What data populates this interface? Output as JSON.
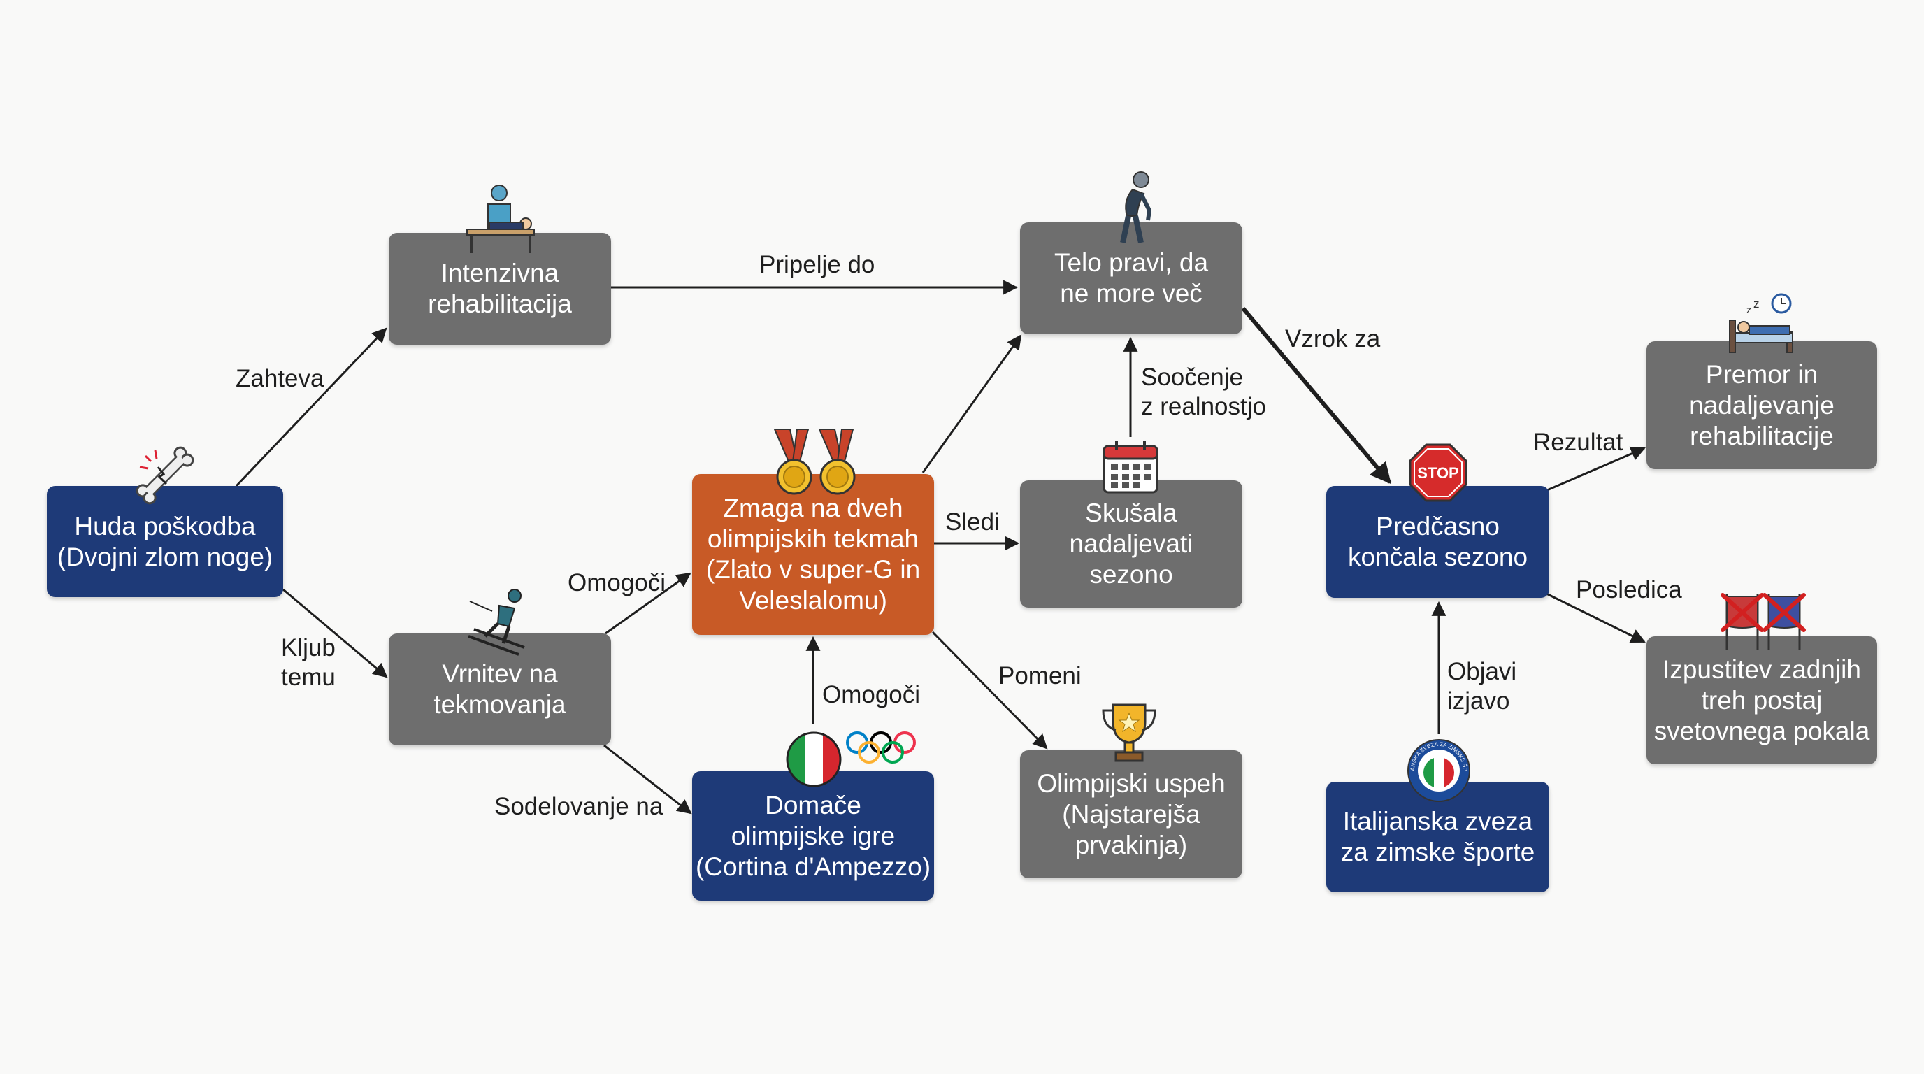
{
  "colors": {
    "gray": "#6e6e6e",
    "navy": "#1e3a78",
    "orange": "#c85a26",
    "arrow": "#1e1e1e"
  },
  "nodes": {
    "injury": [
      "Huda poškodba",
      "(Dvojni zlom noge)"
    ],
    "rehab": [
      "Intenzivna",
      "rehabilitacija"
    ],
    "return": [
      "Vrnitev na",
      "tekmovanja"
    ],
    "victory": [
      "Zmaga na dveh",
      "olimpijskih tekmah",
      "(Zlato v super-G in",
      "Veleslalomu)"
    ],
    "home_games": [
      "Domače",
      "olimpijske igre",
      "(Cortina d'Ampezzo)"
    ],
    "body": [
      "Telo pravi, da",
      "ne more več"
    ],
    "tried": [
      "Skušala",
      "nadaljevati",
      "sezono"
    ],
    "olympic_success": [
      "Olimpijski uspeh",
      "(Najstarejša",
      "prvakinja)"
    ],
    "ended": [
      "Predčasno",
      "končala sezono"
    ],
    "federation": [
      "Italijanska zveza",
      "za zimske športe"
    ],
    "pause": [
      "Premor in",
      "nadaljevanje",
      "rehabilitacije"
    ],
    "skip": [
      "Izpustitev zadnjih",
      "treh postaj",
      "svetovnega pokala"
    ]
  },
  "edges": {
    "requires": [
      "Zahteva"
    ],
    "despite": [
      "Kljub",
      "temu"
    ],
    "leads_to": [
      "Pripelje do"
    ],
    "enables_1": [
      "Omogoči"
    ],
    "participation": [
      "Sodelovanje na"
    ],
    "enables_2": [
      "Omogoči"
    ],
    "follows": [
      "Sledi"
    ],
    "means": [
      "Pomeni"
    ],
    "facing": [
      "Soočenje",
      "z realnostjo"
    ],
    "cause": [
      "Vzrok za"
    ],
    "announces": [
      "Objavi",
      "izjavo"
    ],
    "result": [
      "Rezultat"
    ],
    "consequence": [
      "Posledica"
    ]
  },
  "icons": {
    "broken_bone": "broken-bone-icon",
    "physio": "physiotherapy-icon",
    "skier": "skier-icon",
    "medals": "gold-medals-icon",
    "italy_flag": "italy-flag-icon",
    "olympic_rings": "olympic-rings-icon",
    "tired_person": "exhausted-person-icon",
    "calendar": "calendar-icon",
    "trophy": "trophy-icon",
    "stop": "stop-sign-icon",
    "stop_text": "STOP",
    "federation_logo": "federation-logo-icon",
    "federation_logo_text": "ITALIJANSKA ZVEZA ZA ZIMSKE ŠPORTE",
    "bed": "bed-rest-icon",
    "cancelled": "cancelled-gates-icon"
  }
}
